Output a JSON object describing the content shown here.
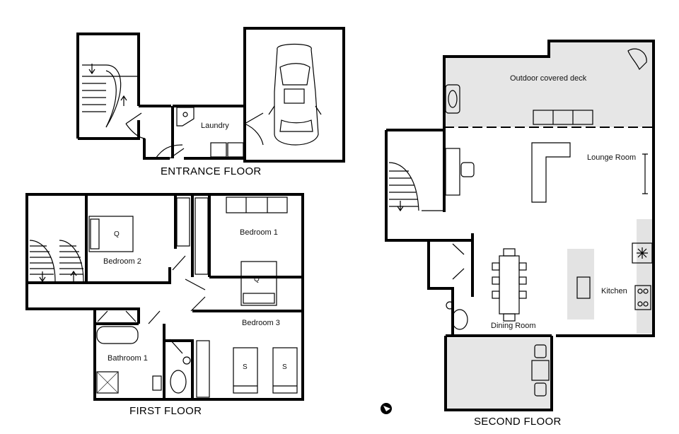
{
  "floors": {
    "entrance": {
      "title": "ENTRANCE FLOOR",
      "rooms": {
        "laundry": "Laundry"
      }
    },
    "first": {
      "title": "FIRST FLOOR",
      "rooms": {
        "bedroom1": "Bedroom 1",
        "bedroom2": "Bedroom 2",
        "bedroom3": "Bedroom 3",
        "bathroom1": "Bathroom 1"
      },
      "bed_marks": {
        "bedroom1_bed": "Q",
        "bedroom2_bed": "Q",
        "bedroom3_bed_a": "S",
        "bedroom3_bed_b": "S"
      }
    },
    "second": {
      "title": "SECOND FLOOR",
      "rooms": {
        "deck": "Outdoor covered deck",
        "lounge": "Lounge Room",
        "kitchen": "Kitchen",
        "dining": "Dining Room"
      }
    }
  },
  "icons": {
    "north": "north-arrow-icon",
    "car": "car-icon",
    "stairs": "stairs-icon",
    "fridge": "snowflake-icon"
  },
  "colors": {
    "wall": "#000000",
    "deck_fill": "#e6e6e6",
    "kitchen_bench": "#e3e3e3"
  }
}
